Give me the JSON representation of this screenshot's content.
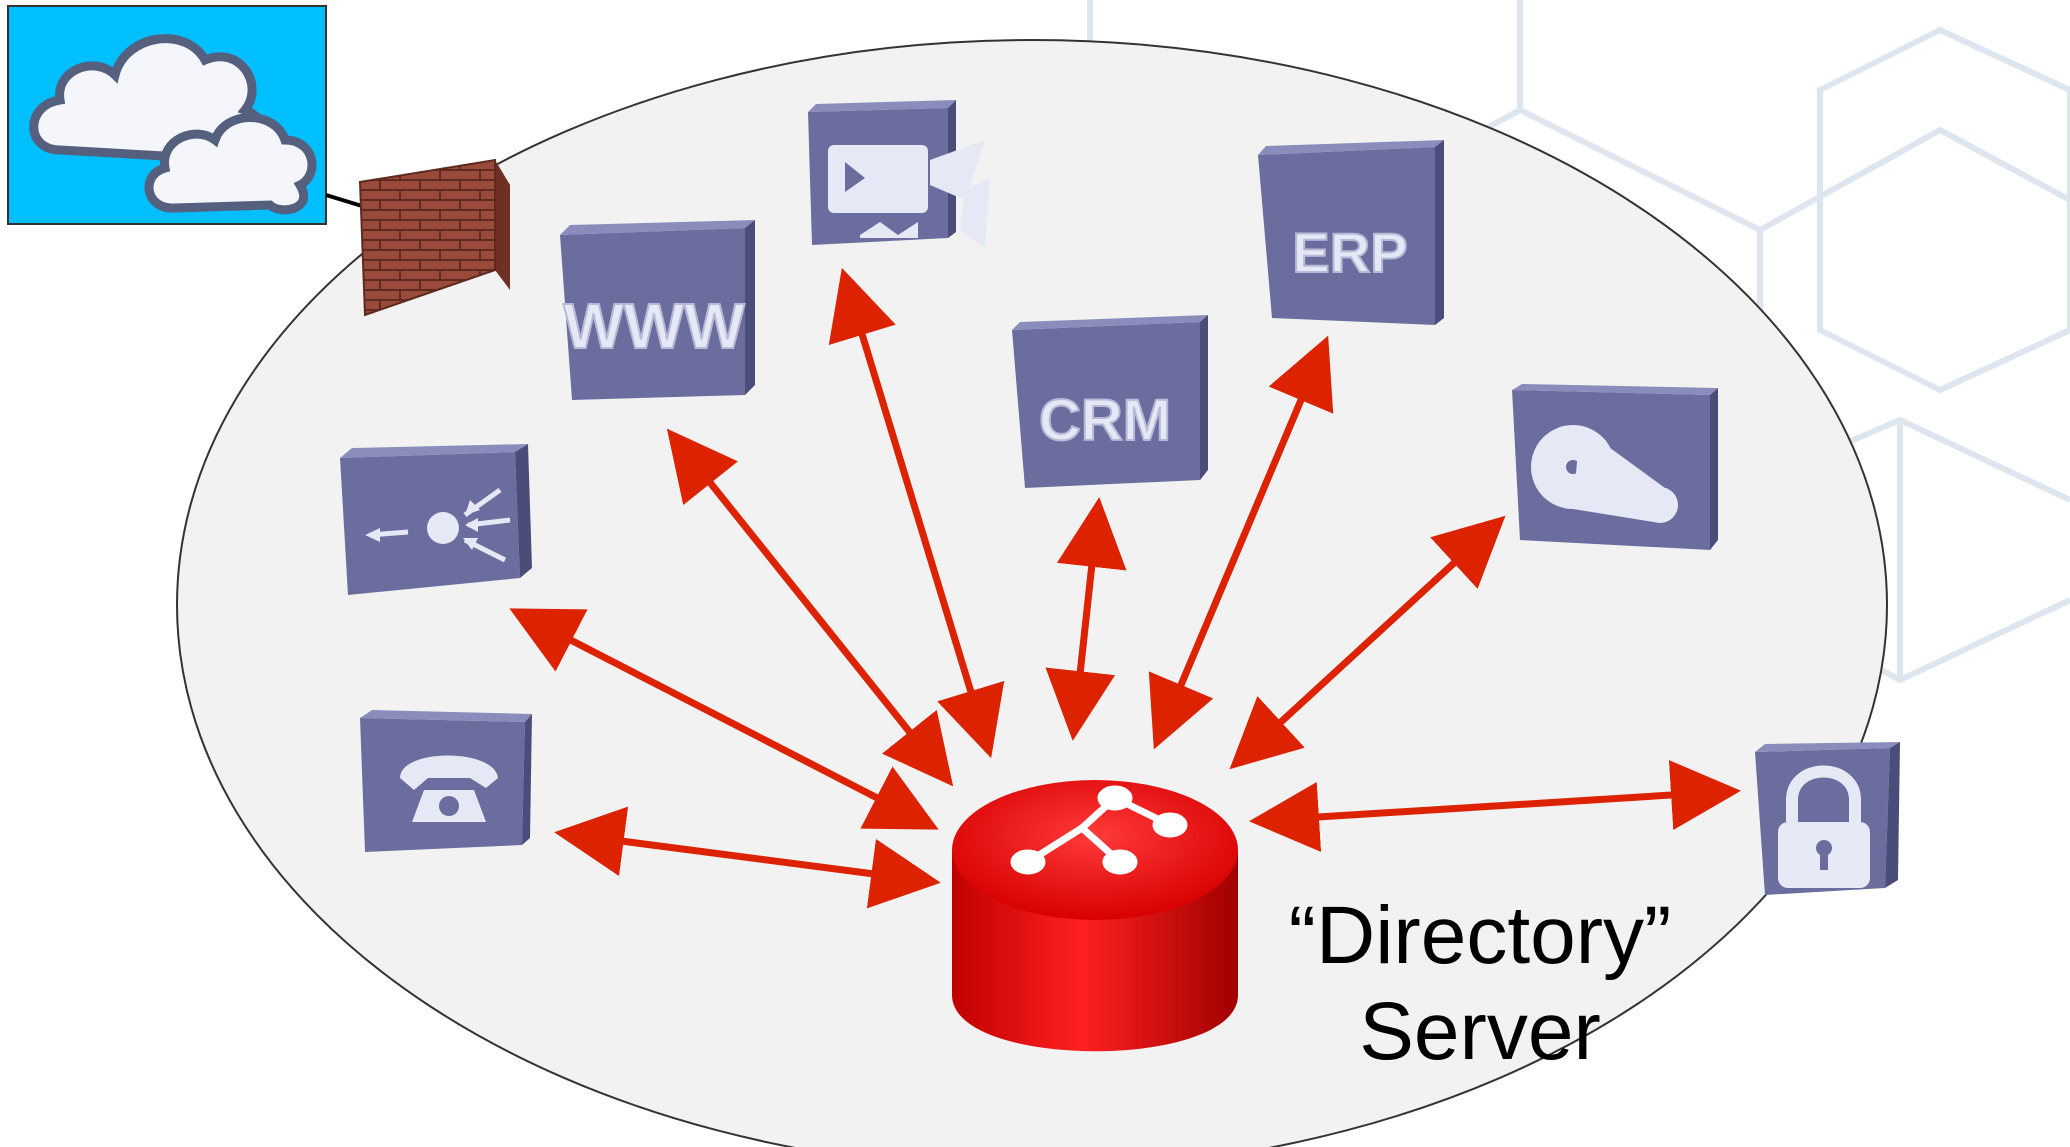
{
  "colors": {
    "background": "#ffffff",
    "hexagon_lines": "#dde6ef",
    "ellipse_fill": "#f2f2f2",
    "ellipse_stroke": "#333333",
    "cloud_box_fill": "#00bfff",
    "cloud_fill": "#f4f6fb",
    "cloud_stroke": "#54607e",
    "firewall_brick": "#9a4a3a",
    "app_box_face": "#6a6d9e",
    "app_box_side": "#4a4d7a",
    "app_box_top": "#8a8dbb",
    "icon_glyph": "#e6e8f5",
    "arrow": "#dd2200",
    "server_red": "#ee0000",
    "server_red_dark": "#b80000",
    "server_label": "#000000"
  },
  "internet": {
    "icon": "cloud-icon"
  },
  "firewall": {
    "icon": "brick-wall-icon"
  },
  "apps": [
    {
      "id": "www",
      "icon": "www-icon",
      "text": "WWW"
    },
    {
      "id": "video",
      "icon": "video-camera-icon",
      "text": ""
    },
    {
      "id": "crm",
      "icon": "crm-icon",
      "text": "CRM"
    },
    {
      "id": "erp",
      "icon": "erp-icon",
      "text": "ERP"
    },
    {
      "id": "storage",
      "icon": "tape-drive-icon",
      "text": ""
    },
    {
      "id": "network",
      "icon": "network-switch-icon",
      "text": ""
    },
    {
      "id": "phone",
      "icon": "telephone-icon",
      "text": ""
    },
    {
      "id": "security",
      "icon": "padlock-icon",
      "text": ""
    }
  ],
  "server": {
    "icon": "directory-tree-icon",
    "label_line1": "“Directory”",
    "label_line2": "Server"
  }
}
